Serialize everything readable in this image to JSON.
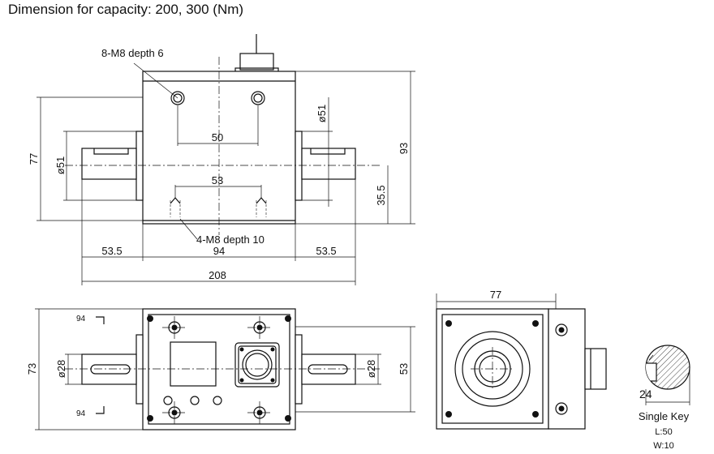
{
  "title": "Dimension for capacity: 200, 300 (Nm)",
  "front_view": {
    "top_hole_label": "8-M8 depth 6",
    "bottom_hole_label": "4-M8 depth 10",
    "dim_top_holes": "50",
    "dim_bottom_holes": "53",
    "dim_height_77": "77",
    "dim_shaft_dia_left": "ø51",
    "dim_shaft_dia_right": "ø51",
    "dim_height_93": "93",
    "dim_center_height": "35.5",
    "dim_left_shaft": "53.5",
    "dim_body": "94",
    "dim_right_shaft": "53.5",
    "dim_total": "208"
  },
  "top_view": {
    "section_mark_top": "94",
    "section_mark_bottom": "94",
    "dim_height": "73",
    "dim_shaft_left": "ø28",
    "dim_shaft_right": "ø28",
    "dim_53": "53"
  },
  "side_view": {
    "dim_width": "77"
  },
  "key": {
    "dim_24": "24",
    "label": "Single Key",
    "length": "L:50",
    "width": "W:10"
  }
}
